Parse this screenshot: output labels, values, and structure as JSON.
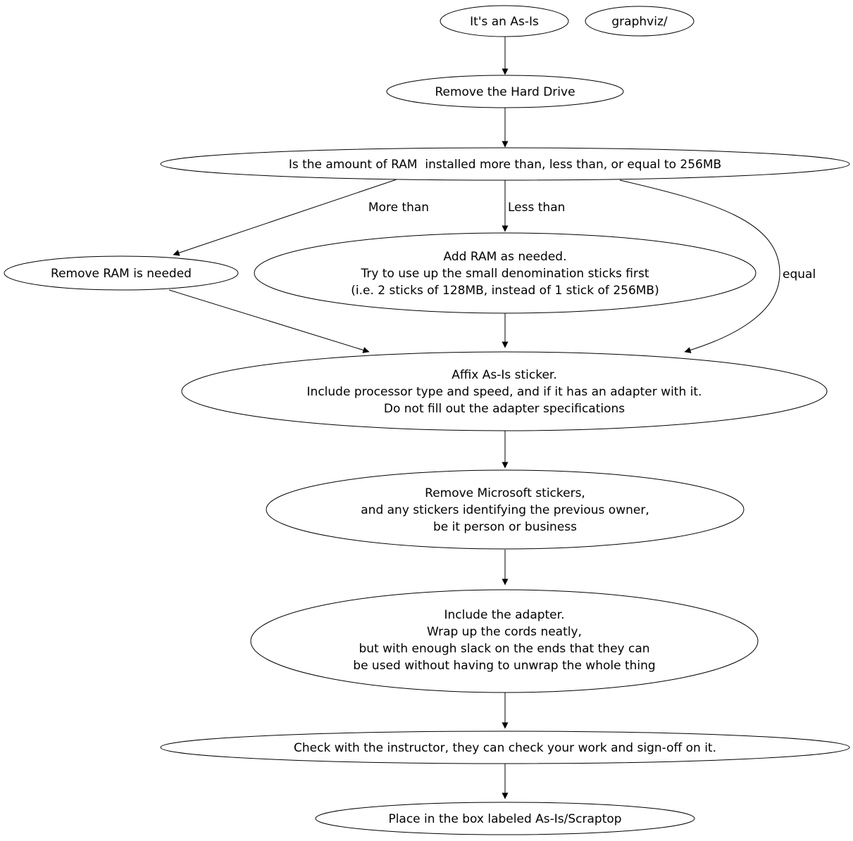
{
  "diagram": {
    "type": "flowchart",
    "background_color": "#ffffff",
    "stroke_color": "#000000",
    "text_color": "#000000",
    "nodes": {
      "its_an_as_is": {
        "label": "It's an As-Is"
      },
      "graphviz": {
        "label": "graphviz/"
      },
      "remove_hard_drive": {
        "label": "Remove the Hard Drive"
      },
      "ram_question": {
        "label": "Is the amount of RAM  installed more than, less than, or equal to 256MB"
      },
      "remove_ram": {
        "label": "Remove RAM is needed"
      },
      "add_ram": {
        "lines": [
          "Add RAM as needed.",
          "Try to use up the small denomination sticks first",
          "(i.e. 2 sticks of 128MB, instead of 1 stick of 256MB)"
        ]
      },
      "affix_sticker": {
        "lines": [
          "Affix As-Is sticker.",
          "Include processor type and speed, and if it has an adapter with it.",
          "Do not fill out the adapter specifications"
        ]
      },
      "remove_stickers": {
        "lines": [
          "Remove Microsoft stickers,",
          "and any stickers identifying the previous owner,",
          "be it person or business"
        ]
      },
      "include_adapter": {
        "lines": [
          "Include the adapter.",
          "Wrap up the cords neatly,",
          "but with enough slack on the ends that they can",
          "be used without having to unwrap the whole thing"
        ]
      },
      "check_instructor": {
        "label": "Check with the instructor, they can check your work and sign-off on it."
      },
      "place_in_box": {
        "label": "Place in the box labeled As-Is/Scraptop"
      }
    },
    "edge_labels": {
      "more_than": "More than",
      "less_than": "Less than",
      "equal": "equal"
    }
  }
}
